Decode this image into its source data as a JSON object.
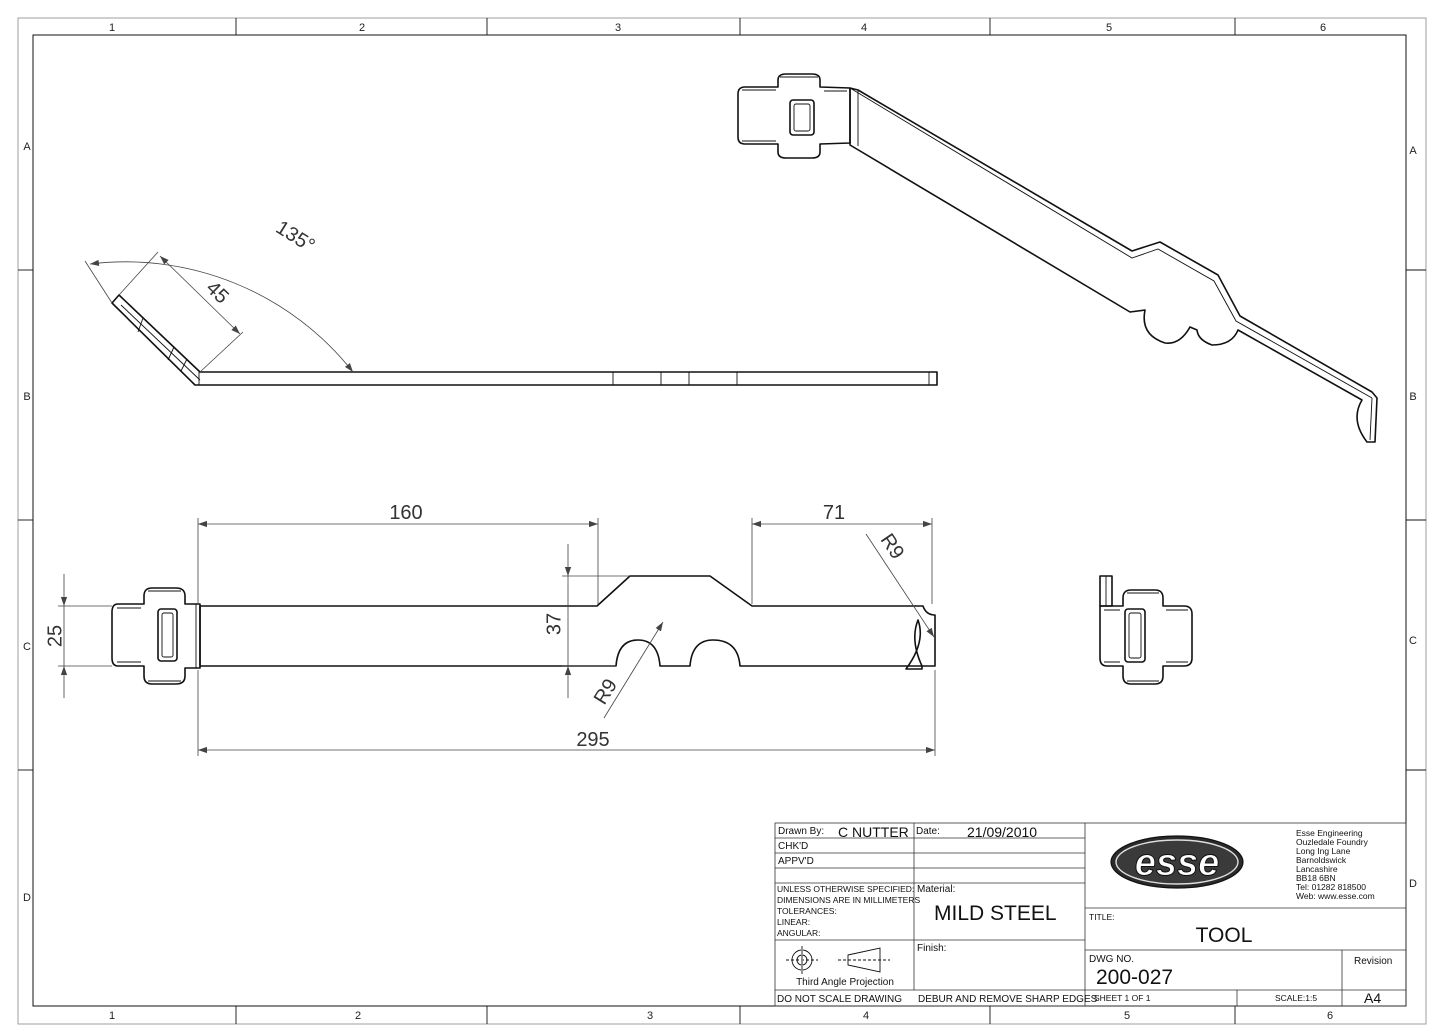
{
  "zones": {
    "columns": [
      "1",
      "2",
      "3",
      "4",
      "5",
      "6"
    ],
    "rows": [
      "A",
      "B",
      "C",
      "D"
    ]
  },
  "dimensions": {
    "angle": "135°",
    "bend_length": "45",
    "length_to_bend": "160",
    "end_length": "71",
    "end_radius": "R9",
    "overall_width": "25",
    "wide_width": "37",
    "notch_radius": "R9",
    "overall_length": "295"
  },
  "title_block": {
    "drawn_by_label": "Drawn By:",
    "drawn_by_value": "C NUTTER",
    "date_label": "Date:",
    "date_value": "21/09/2010",
    "chkd_label": "CHK'D",
    "appvd_label": "APPV'D",
    "tolerance_lines": [
      "UNLESS OTHERWISE SPECIFIED:",
      "DIMENSIONS ARE IN MILLIMETERS",
      "TOLERANCES:",
      "LINEAR:",
      "ANGULAR:"
    ],
    "material_label": "Material:",
    "material_value": "MILD STEEL",
    "finish_label": "Finish:",
    "projection_label": "Third Angle Projection",
    "no_scale": "DO NOT SCALE DRAWING",
    "deburr": "DEBUR AND REMOVE SHARP EDGES",
    "logo_text": "esse",
    "company_lines": [
      "Esse Engineering",
      "Ouzledale Foundry",
      "Long Ing Lane",
      "Barnoldswick",
      "Lancashire",
      "BB18 6BN",
      "Tel: 01282 818500",
      "Web: www.esse.com"
    ],
    "title_label": "TITLE:",
    "title_value": "TOOL",
    "dwg_label": "DWG NO.",
    "dwg_value": "200-027",
    "revision_label": "Revision",
    "sheet": "SHEET 1 OF 1",
    "scale": "SCALE:1:5",
    "size": "A4"
  }
}
